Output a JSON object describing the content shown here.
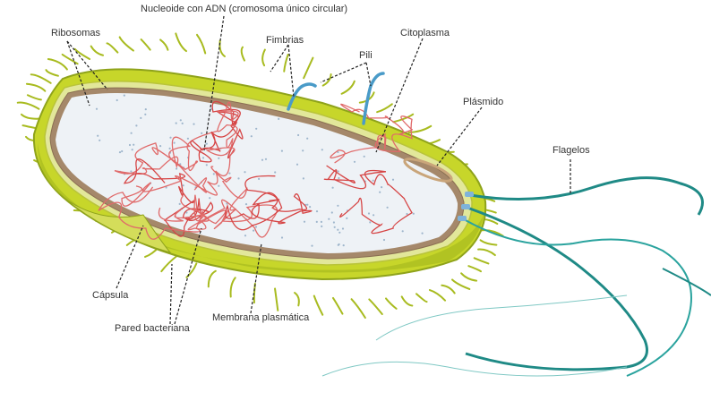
{
  "labels": {
    "nucleoide": "Nucleoide con ADN (cromosoma único circular)",
    "ribosomas": "Ribosomas",
    "fimbrias": "Fimbrias",
    "pili": "Pili",
    "citoplasma": "Citoplasma",
    "plasmido": "Plásmido",
    "flagelos": "Flagelos",
    "capsula": "Cápsula",
    "pared": "Pared bacteriana",
    "membrana": "Membrana plasmática"
  },
  "colors": {
    "capsule": "#c7d62a",
    "capsule_dark": "#8fa31b",
    "wall": "#e2e79a",
    "membrane": "#a5886a",
    "cytoplasm": "#eef2f6",
    "dna": "#d64545",
    "pili": "#4a9bc8",
    "flagella": "#1f8a86",
    "leader": "#222222"
  }
}
